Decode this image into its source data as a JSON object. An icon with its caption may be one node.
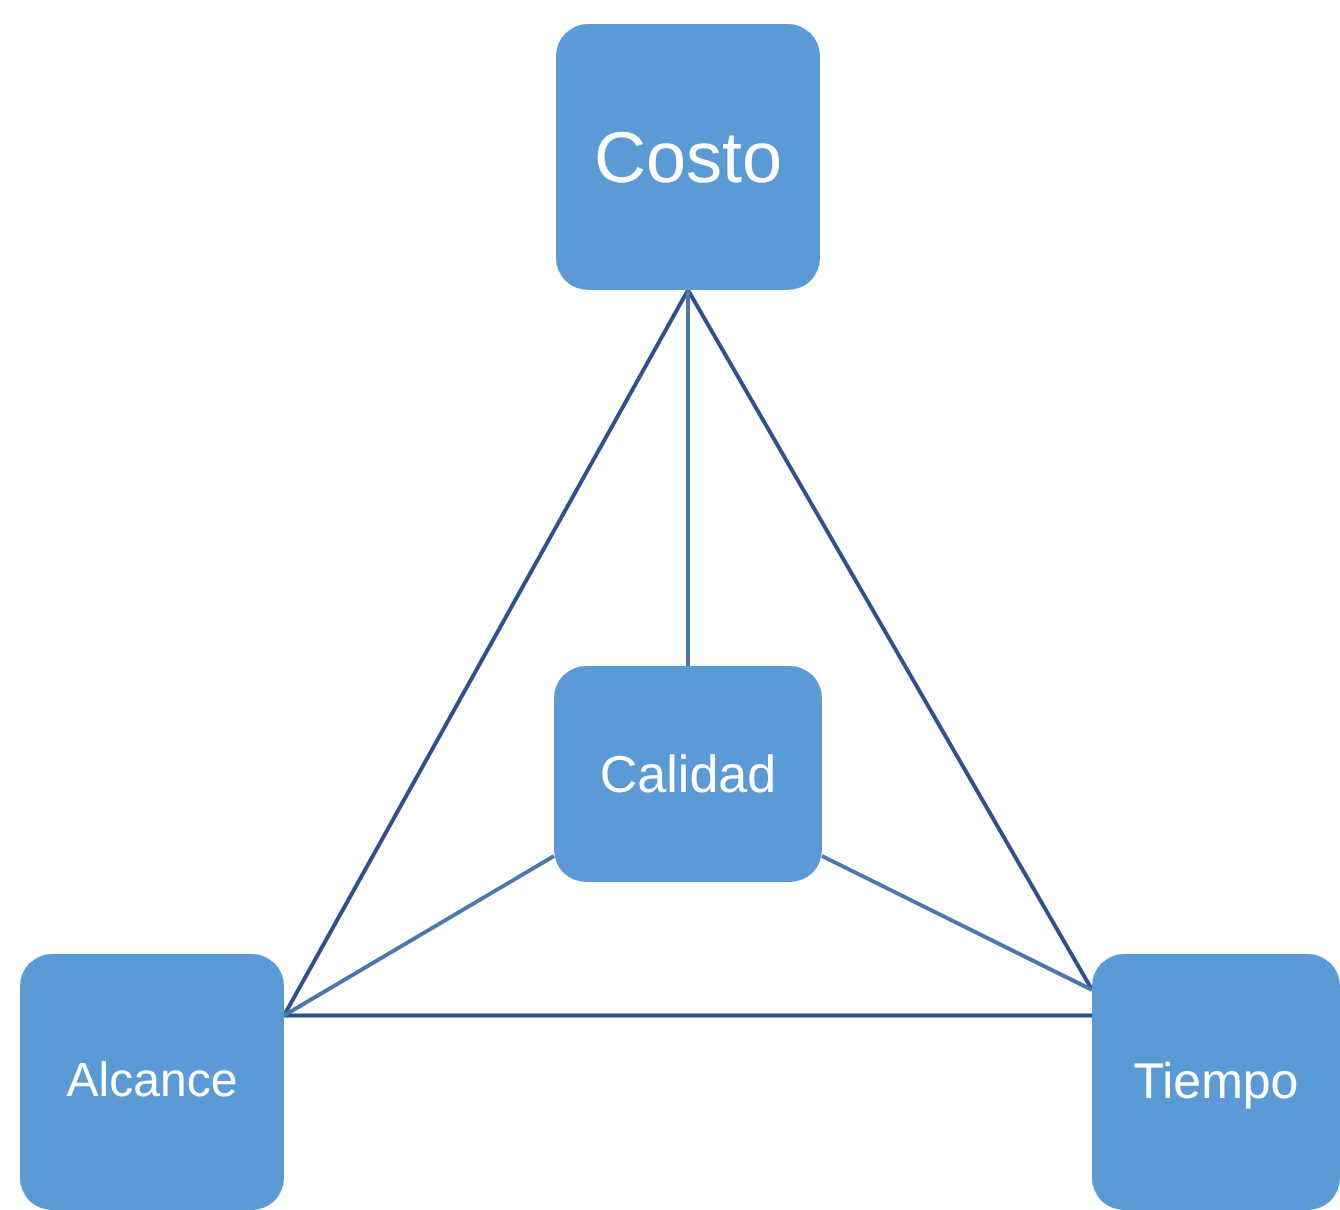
{
  "diagram": {
    "nodes": [
      {
        "text": [
          "Costo"
        ]
      },
      {
        "text": [
          "Calidad"
        ]
      },
      {
        "text": [
          "Alcance"
        ]
      },
      {
        "text": [
          "Tiempo"
        ]
      }
    ],
    "edges": [
      {
        "from": 0,
        "to": 2,
        "arrow": "none"
      },
      {
        "from": 0,
        "to": 3,
        "arrow": "none"
      },
      {
        "from": 2,
        "to": 3,
        "arrow": "none"
      },
      {
        "from": 0,
        "to": 1,
        "arrow": "none",
        "color": "#4a78ad"
      },
      {
        "from": 1,
        "to": 2,
        "arrow": "none",
        "color": "#4a78ad"
      },
      {
        "from": 1,
        "to": 3,
        "arrow": "none",
        "color": "#4a78ad"
      }
    ]
  }
}
